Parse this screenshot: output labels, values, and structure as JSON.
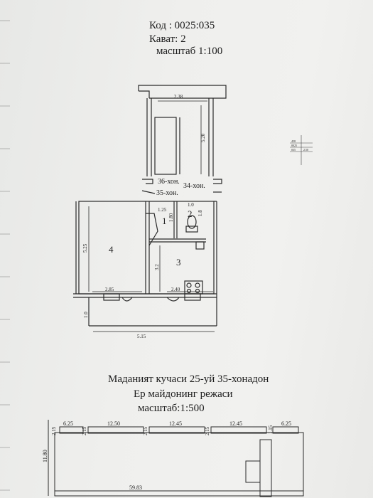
{
  "header": {
    "code": "Код : 0025:035",
    "floor": "Кават: 2",
    "scale": "масштаб  1:100"
  },
  "plan": {
    "dims": {
      "stair_width": "2.38",
      "stair_length": "5.20",
      "room1_w": "1.25",
      "room1_h": "1.80",
      "room2_w": "1.0",
      "room2_h": "1.8",
      "room4_h": "5.25",
      "room4_w": "2.85",
      "room3_h": "3.2",
      "room3_w": "2.40",
      "balcony_h": "1.0",
      "balcony_w": "5.15"
    },
    "apartments": {
      "apt36": "36-хон.",
      "apt34": "34-хон.",
      "apt35": "35-хон."
    },
    "rooms": [
      "1",
      "2",
      "3",
      "4"
    ]
  },
  "stamp": {
    "line1": "458",
    "line2": "0025",
    "line3": "035",
    "right": "2.50"
  },
  "caption": {
    "address": "Маданият кучаси  25-уй  35-хонадон",
    "subtitle": "Ер майдонинг  режаси",
    "scale": "масштаб:1:500"
  },
  "site": {
    "segments": [
      "6.25",
      "12.50",
      "12.45",
      "12.45",
      "6.25"
    ],
    "gaps": [
      "2.15",
      "2.15",
      "2.15",
      "2.15",
      "1.15"
    ],
    "height": "11.80",
    "total": "59.83"
  }
}
